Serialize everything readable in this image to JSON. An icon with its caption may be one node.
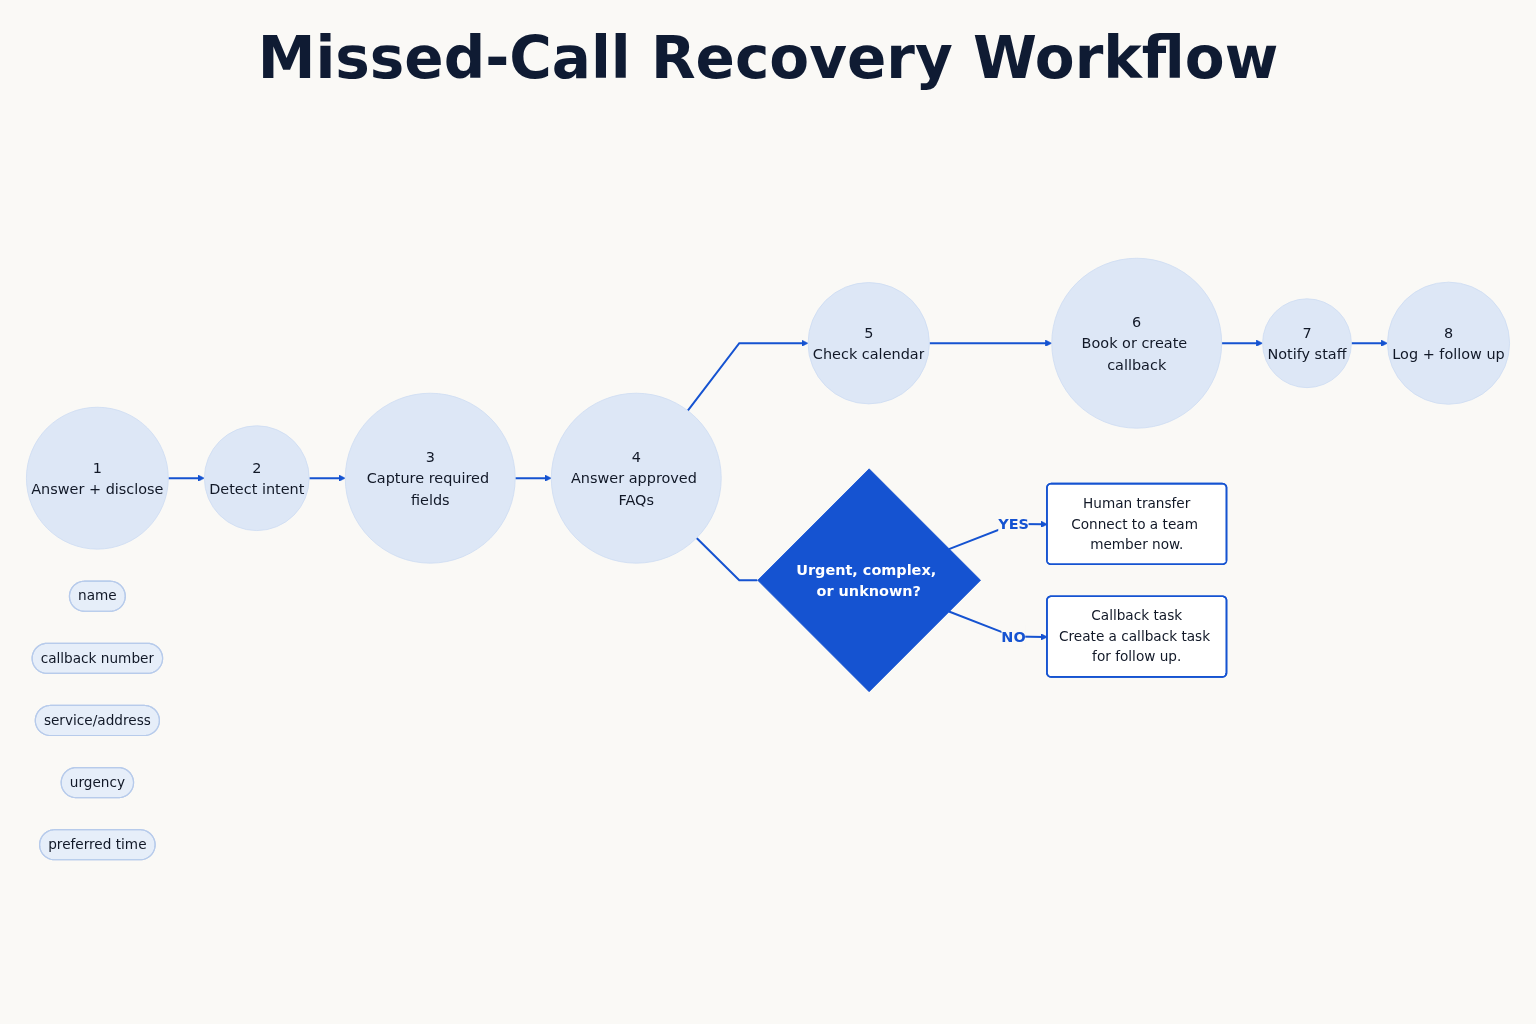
{
  "diagram": {
    "title": "Missed-Call Recovery Workflow",
    "nodes": [
      {
        "text": [
          "1",
          "Answer + disclose"
        ]
      },
      {
        "text": [
          "2",
          "Detect intent"
        ]
      },
      {
        "text": [
          "3",
          "Capture required fields"
        ]
      },
      {
        "text": [
          "4",
          "Answer approved FAQs"
        ]
      },
      {
        "text": [
          "5",
          "Check calendar"
        ]
      },
      {
        "text": [
          "6",
          "Book or create callback"
        ]
      },
      {
        "text": [
          "7",
          "Notify staff"
        ]
      },
      {
        "text": [
          "8",
          "Log + follow up"
        ]
      },
      {
        "text": [
          "Urgent, complex, or unknown?"
        ]
      },
      {
        "text": [
          "Human transfer",
          "Connect to a team member now."
        ]
      },
      {
        "text": [
          "Callback task",
          "Create a callback task for follow up."
        ]
      },
      {
        "text": [
          "name"
        ]
      },
      {
        "text": [
          "callback number"
        ]
      },
      {
        "text": [
          "service/address"
        ]
      },
      {
        "text": [
          "urgency"
        ]
      },
      {
        "text": [
          "preferred time"
        ]
      }
    ],
    "edges": [
      {
        "from": 0,
        "to": 1,
        "arrow": "to"
      },
      {
        "from": 1,
        "to": 2,
        "arrow": "to"
      },
      {
        "from": 2,
        "to": 3,
        "arrow": "to"
      },
      {
        "from": 3,
        "to": 4,
        "arrow": "to"
      },
      {
        "from": 4,
        "to": 5,
        "arrow": "to"
      },
      {
        "from": 5,
        "to": 6,
        "arrow": "to"
      },
      {
        "from": 6,
        "to": 7,
        "arrow": "to"
      },
      {
        "from": 3,
        "to": 8,
        "arrow": "none"
      },
      {
        "from": 8,
        "to": 9,
        "label": "YES",
        "arrow": "to"
      },
      {
        "from": 8,
        "to": 10,
        "label": "NO",
        "arrow": "to"
      }
    ]
  }
}
